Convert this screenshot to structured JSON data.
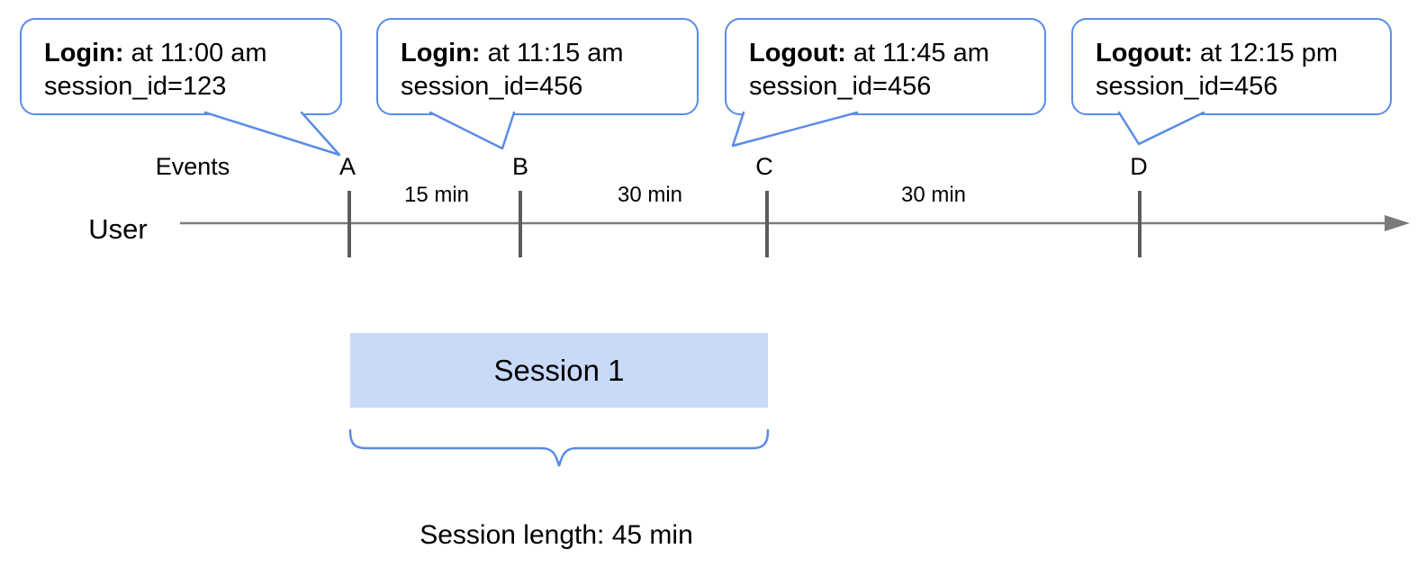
{
  "colors": {
    "accent_blue": "#5a8ce8",
    "session_fill": "#c9daf8",
    "timeline_gray": "#7b7b7b",
    "tick_gray": "#5c5c5c",
    "text": "#000000"
  },
  "callouts": [
    {
      "event": "A",
      "title": "Login:",
      "detail": "at 11:00 am",
      "session_line": "session_id=123"
    },
    {
      "event": "B",
      "title": "Login:",
      "detail": "at 11:15 am",
      "session_line": "session_id=456"
    },
    {
      "event": "C",
      "title": "Logout:",
      "detail": "at 11:45 am",
      "session_line": "session_id=456"
    },
    {
      "event": "D",
      "title": "Logout:",
      "detail": "at 12:15 pm",
      "session_line": "session_id=456"
    }
  ],
  "timeline": {
    "user_label": "User",
    "events_label": "Events",
    "event_marks": [
      "A",
      "B",
      "C",
      "D"
    ],
    "intervals": [
      "15 min",
      "30 min",
      "30 min"
    ]
  },
  "session": {
    "label": "Session 1",
    "length_caption": "Session length: 45 min"
  }
}
